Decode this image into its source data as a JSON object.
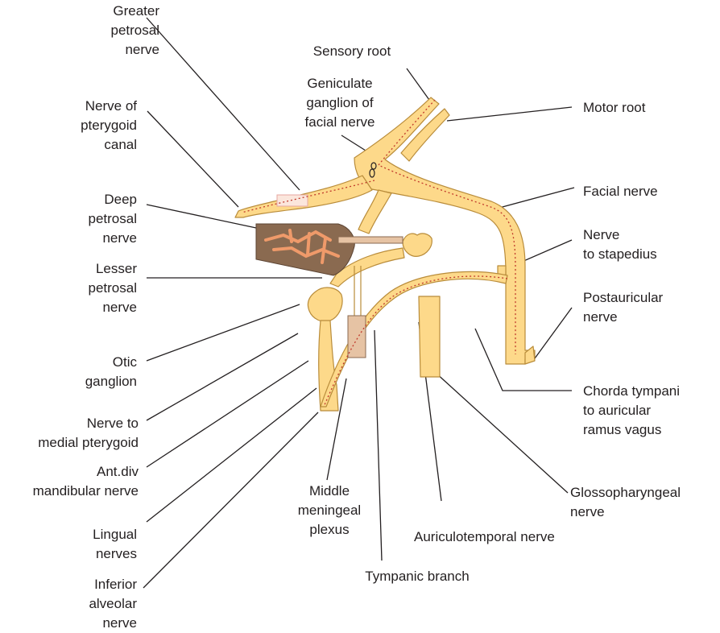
{
  "colors": {
    "nerve_fill": "#fdd98a",
    "nerve_outline": "#b98c3a",
    "dotted_path": "#c0392b",
    "bone": "#8a6a50",
    "bone_vessels": "#ef9a6a",
    "leader_line": "#231f20",
    "text": "#231f20"
  },
  "labels": {
    "greater_petrosal": "Greater\npetrosal\nnerve",
    "sensory_root": "Sensory root",
    "geniculate": "Geniculate\nganglion of\nfacial nerve",
    "motor_root": "Motor root",
    "pterygoid_canal": "Nerve of\npterygoid\ncanal",
    "facial_nerve": "Facial nerve",
    "deep_petrosal": "Deep\npetrosal\nnerve",
    "stapedius": "Nerve\nto stapedius",
    "lesser_petrosal": "Lesser\npetrosal\nnerve",
    "postauricular": "Postauricular\nnerve",
    "otic_ganglion": "Otic\nganglion",
    "chorda_tympani": "Chorda tympani\nto auricular\nramus vagus",
    "medial_pterygoid": "Nerve to\nmedial pterygoid",
    "ant_div": "Ant.div\nmandibular nerve",
    "glossopharyngeal": "Glossopharyngeal\nnerve",
    "middle_meningeal": "Middle\nmeningeal\nplexus",
    "auriculotemporal": "Auriculotemporal nerve",
    "lingual": "Lingual\nnerves",
    "tympanic_branch": "Tympanic branch",
    "inferior_alveolar": "Inferior\nalveolar\nnerve"
  }
}
